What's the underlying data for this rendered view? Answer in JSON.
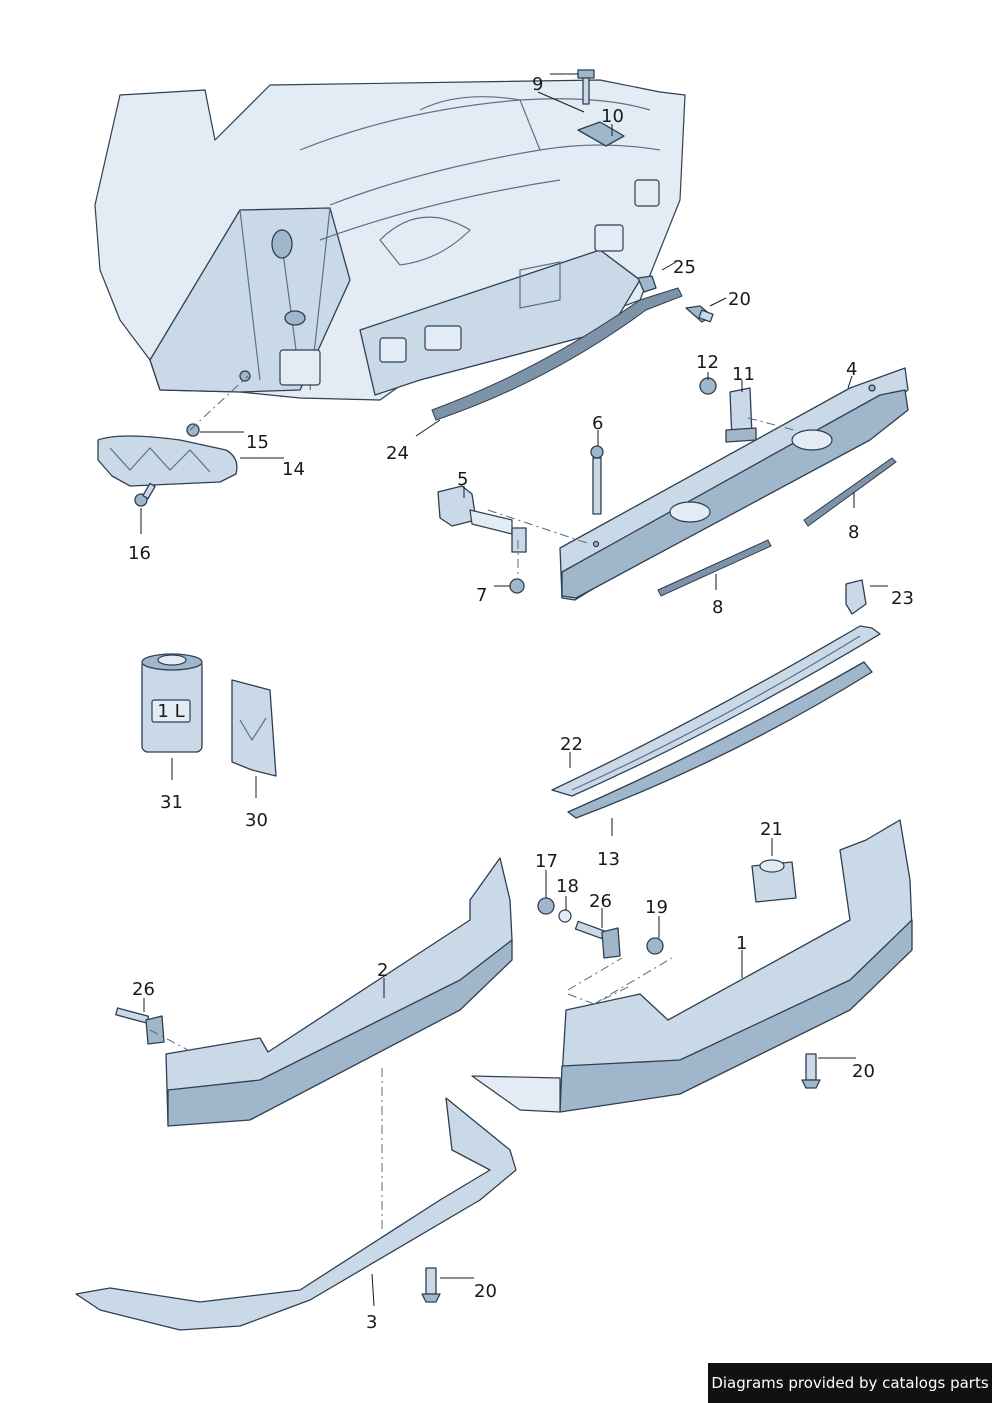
{
  "diagram": {
    "callouts": [
      "9",
      "10",
      "25",
      "20",
      "12",
      "11",
      "4",
      "24",
      "15",
      "14",
      "16",
      "6",
      "5",
      "8",
      "7",
      "8",
      "23",
      "31",
      "30",
      "22",
      "13",
      "21",
      "17",
      "18",
      "26",
      "19",
      "2",
      "1",
      "26",
      "20",
      "3",
      "20"
    ],
    "can_label": "1 L"
  },
  "footer": {
    "text": "Diagrams provided by catalogs parts"
  }
}
